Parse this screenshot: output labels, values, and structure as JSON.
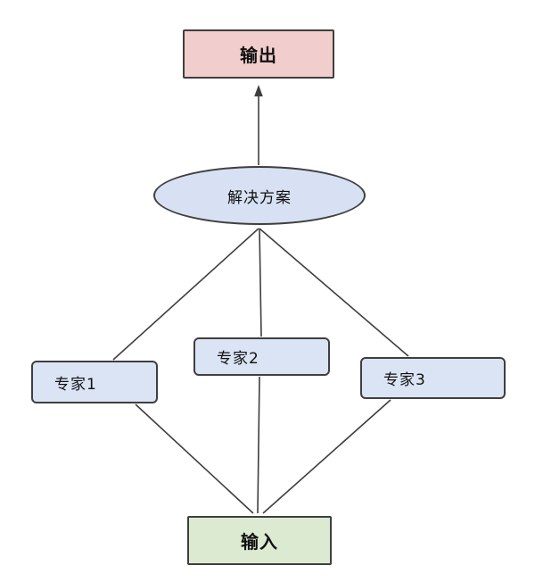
{
  "diagram": {
    "type": "flowchart",
    "nodes": {
      "output": {
        "label": "输出",
        "shape": "rectangle",
        "fill": "#f2cdcd"
      },
      "solution": {
        "label": "解决方案",
        "shape": "ellipse",
        "fill": "#d7e1f3"
      },
      "expert1": {
        "label": "专家1",
        "shape": "rectangle",
        "fill": "#dbe4f4"
      },
      "expert2": {
        "label": "专家2",
        "shape": "rectangle",
        "fill": "#dbe4f4"
      },
      "expert3": {
        "label": "专家3",
        "shape": "rectangle",
        "fill": "#dbe4f4"
      },
      "input": {
        "label": "输入",
        "shape": "rectangle",
        "fill": "#dcead2"
      }
    },
    "edges": [
      {
        "from": "input",
        "to": "expert1",
        "arrow": false
      },
      {
        "from": "input",
        "to": "expert2",
        "arrow": false
      },
      {
        "from": "input",
        "to": "expert3",
        "arrow": false
      },
      {
        "from": "expert1",
        "to": "solution",
        "arrow": false
      },
      {
        "from": "expert2",
        "to": "solution",
        "arrow": false
      },
      {
        "from": "expert3",
        "to": "solution",
        "arrow": false
      },
      {
        "from": "solution",
        "to": "output",
        "arrow": true
      }
    ],
    "colors": {
      "edge": "#3f3f3f",
      "border": "#3f3f3f",
      "background": "#ffffff"
    }
  }
}
